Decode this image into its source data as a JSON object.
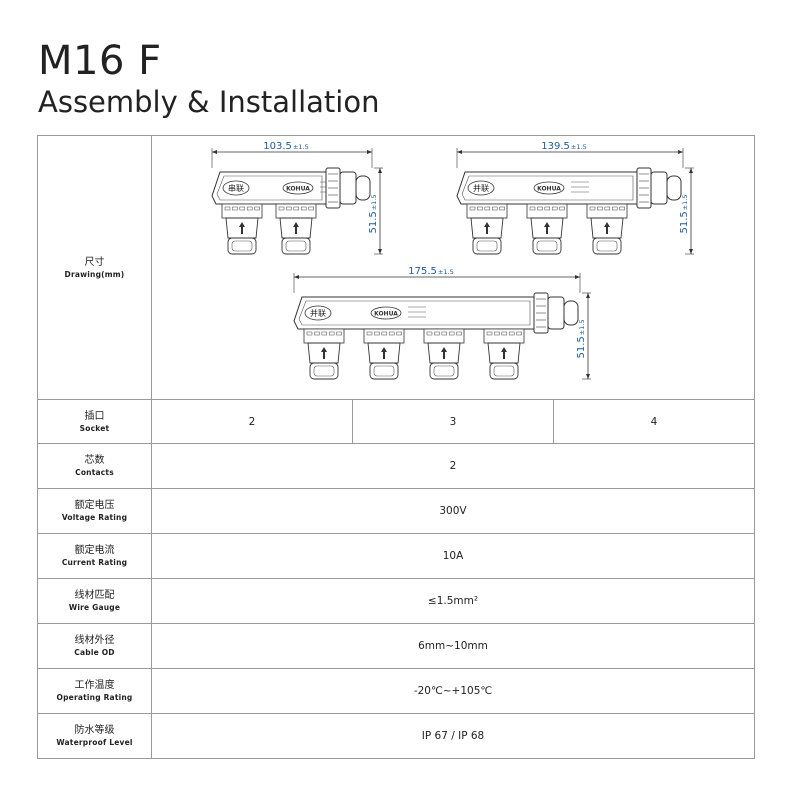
{
  "header": {
    "title": "M16 F",
    "subtitle": "Assembly & Installation"
  },
  "drawing": {
    "label_zh": "尺寸",
    "label_en": "Drawing(mm)",
    "connectors": [
      {
        "width": "103.5",
        "width_tol": "±1.5",
        "height": "51.5",
        "height_tol": "±1.5",
        "ports": 2,
        "body_tag": "串联",
        "logo": "KOHUA"
      },
      {
        "width": "139.5",
        "width_tol": "±1.5",
        "height": "51.5",
        "height_tol": "±1.5",
        "ports": 3,
        "body_tag": "并联",
        "logo": "KOHUA"
      },
      {
        "width": "175.5",
        "width_tol": "±1.5",
        "height": "51.5",
        "height_tol": "±1.5",
        "ports": 4,
        "body_tag": "并联",
        "logo": "KOHUA"
      }
    ],
    "dimension_color": "#1f5b9e"
  },
  "rows": [
    {
      "label_zh": "插口",
      "label_en": "Socket",
      "values": [
        "2",
        "3",
        "4"
      ]
    },
    {
      "label_zh": "芯数",
      "label_en": "Contacts",
      "value": "2"
    },
    {
      "label_zh": "额定电压",
      "label_en": "Voltage Rating",
      "value": "300V"
    },
    {
      "label_zh": "额定电流",
      "label_en": "Current Rating",
      "value": "10A"
    },
    {
      "label_zh": "线材匹配",
      "label_en": "Wire Gauge",
      "value": "≤1.5mm²"
    },
    {
      "label_zh": "线材外径",
      "label_en": "Cable OD",
      "value": "6mm~10mm"
    },
    {
      "label_zh": "工作温度",
      "label_en": "Operating Rating",
      "value": "-20℃~+105℃"
    },
    {
      "label_zh": "防水等级",
      "label_en": "Waterproof Level",
      "value": "IP 67 / IP 68"
    }
  ]
}
